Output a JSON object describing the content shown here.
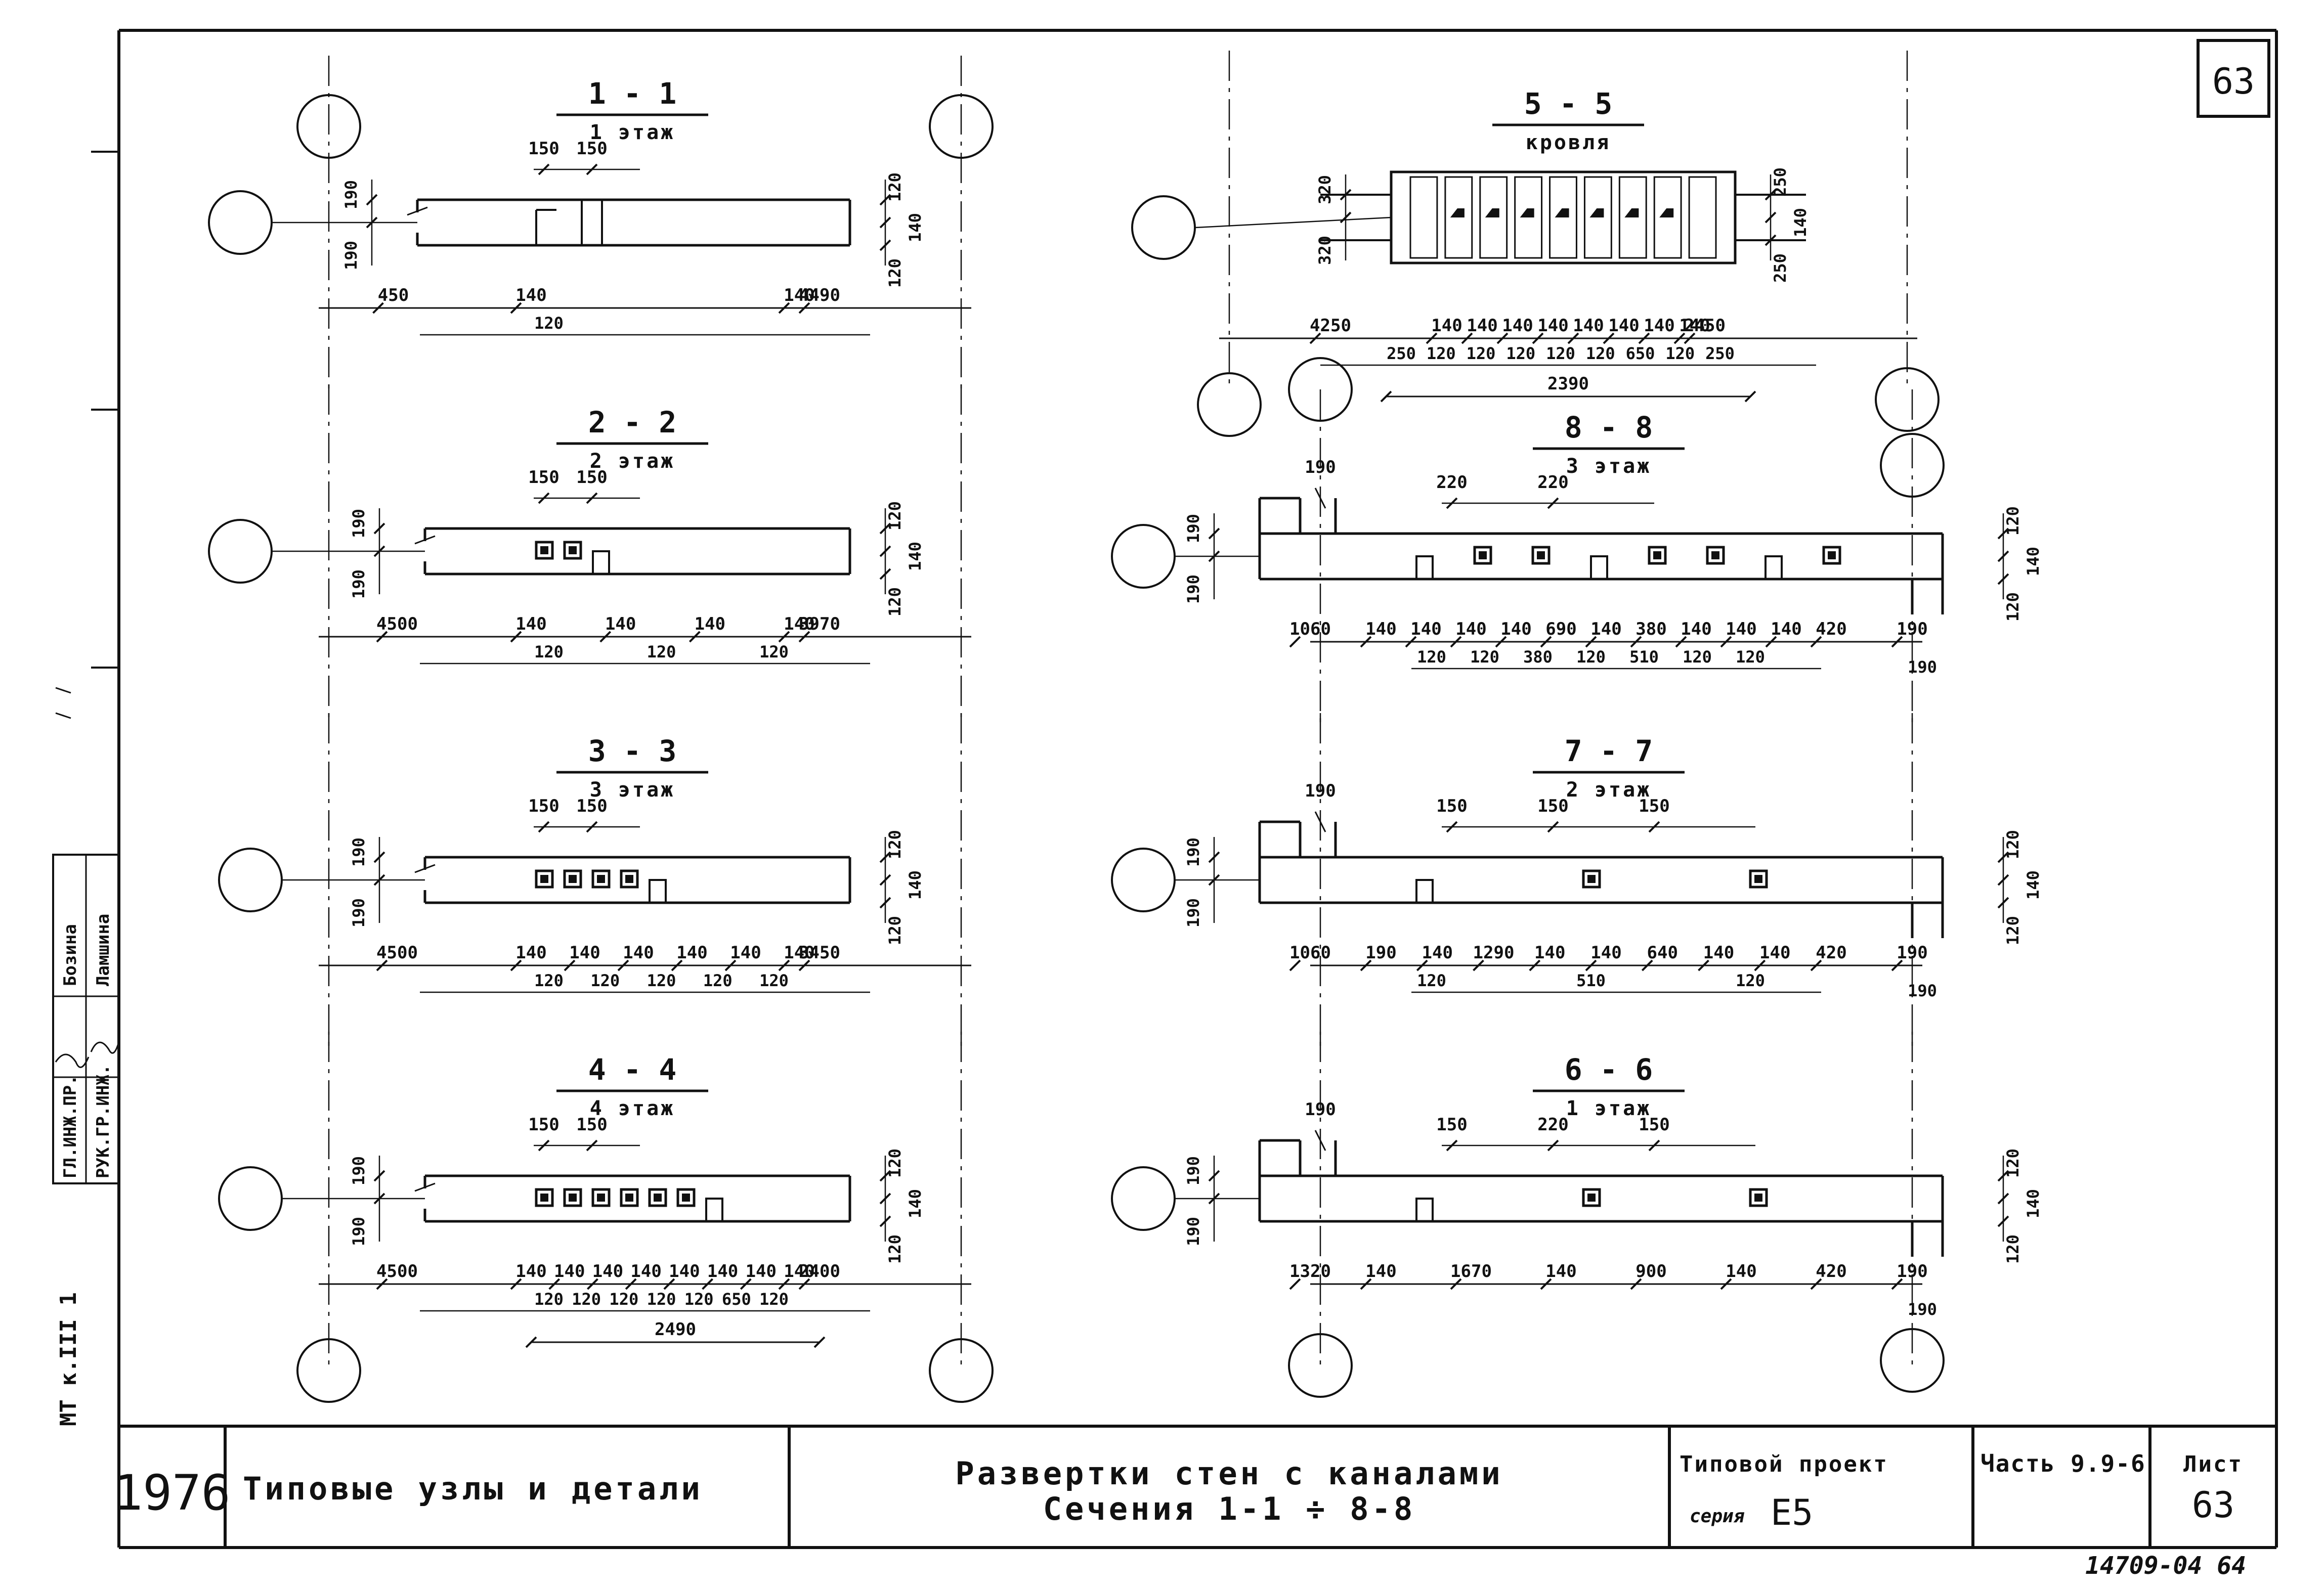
{
  "sheet": {
    "sheet_number": "63",
    "year": "1976",
    "series_name": "Типовые узлы и детали",
    "drawing_title_line1": "Развертки стен с каналами",
    "drawing_title_line2": "Сечения 1-1 ÷ 8-8",
    "project_label": "Типовой проект",
    "series_label": "серия",
    "series_value": "Е5",
    "part_label": "Часть 9.9-6",
    "list_label": "Лист",
    "list_value": "63",
    "archive_number": "14709-04 64",
    "side_marking": "МТ к.III 1",
    "side_roles": [
      "ГЛ.ИНЖ.ПР.",
      "РУК.ГР.ИНЖ."
    ],
    "side_names": [
      "Бозина",
      "Ламшина"
    ]
  },
  "sections": [
    {
      "id": "1-1",
      "title": "1 - 1",
      "subtitle": "1 этаж",
      "top_dims": [
        "150",
        "150"
      ],
      "left_vertical": [
        "190",
        "190"
      ],
      "right_vertical": [
        "120",
        "140",
        "120"
      ],
      "bottom_main": [
        "450",
        "140",
        "140",
        "4490"
      ],
      "bottom_sub": [
        "120"
      ]
    },
    {
      "id": "2-2",
      "title": "2 - 2",
      "subtitle": "2 этаж",
      "top_dims": [
        "150",
        "150"
      ],
      "left_vertical": [
        "190",
        "190"
      ],
      "right_vertical": [
        "120",
        "140",
        "120"
      ],
      "bottom_main": [
        "4500",
        "140",
        "140",
        "140",
        "140",
        "3970"
      ],
      "bottom_sub": [
        "120",
        "120",
        "120"
      ]
    },
    {
      "id": "3-3",
      "title": "3 - 3",
      "subtitle": "3 этаж",
      "top_dims": [
        "150",
        "150"
      ],
      "left_vertical": [
        "190",
        "190"
      ],
      "right_vertical": [
        "120",
        "140",
        "120"
      ],
      "bottom_main": [
        "4500",
        "140",
        "140",
        "140",
        "140",
        "140",
        "140",
        "3450"
      ],
      "bottom_sub": [
        "120",
        "120",
        "120",
        "120",
        "120"
      ]
    },
    {
      "id": "4-4",
      "title": "4 - 4",
      "subtitle": "4 этаж",
      "top_dims": [
        "150",
        "150"
      ],
      "left_vertical": [
        "190",
        "190"
      ],
      "right_vertical": [
        "120",
        "140",
        "120"
      ],
      "bottom_main": [
        "4500",
        "140",
        "140",
        "140",
        "140",
        "140",
        "140",
        "140",
        "140",
        "2400"
      ],
      "bottom_sub": [
        "120",
        "120",
        "120",
        "120",
        "120",
        "650",
        "120"
      ],
      "bottom_total": "2490"
    },
    {
      "id": "5-5",
      "title": "5 - 5",
      "subtitle": "кровля",
      "left_vertical": [
        "320",
        "320"
      ],
      "right_vertical": [
        "250",
        "140",
        "250"
      ],
      "bottom_main": [
        "4250",
        "140",
        "140",
        "140",
        "140",
        "140",
        "140",
        "140",
        "140",
        "2450"
      ],
      "bottom_sub": [
        "250",
        "120",
        "120",
        "120",
        "120",
        "120",
        "650",
        "120",
        "250"
      ],
      "bottom_total": "2390"
    },
    {
      "id": "8-8",
      "title": "8 - 8",
      "subtitle": "3 этаж",
      "top_dims": [
        "220",
        "220"
      ],
      "top_left": "190",
      "left_vertical": [
        "190",
        "190"
      ],
      "right_vertical": [
        "120",
        "140",
        "120"
      ],
      "bottom_main": [
        "1060",
        "140",
        "140",
        "140",
        "140",
        "690",
        "140",
        "380",
        "140",
        "140",
        "140",
        "420",
        "190"
      ],
      "bottom_sub": [
        "120",
        "120",
        "380",
        "120",
        "510",
        "120",
        "120"
      ],
      "bottom_end": "190"
    },
    {
      "id": "7-7",
      "title": "7 - 7",
      "subtitle": "2 этаж",
      "top_dims": [
        "150",
        "150",
        "150"
      ],
      "top_left": "190",
      "left_vertical": [
        "190",
        "190"
      ],
      "right_vertical": [
        "120",
        "140",
        "120"
      ],
      "bottom_main": [
        "1060",
        "190",
        "140",
        "1290",
        "140",
        "140",
        "640",
        "140",
        "140",
        "420",
        "190"
      ],
      "bottom_sub": [
        "120",
        "510",
        "120"
      ],
      "bottom_end": "190"
    },
    {
      "id": "6-6",
      "title": "6 - 6",
      "subtitle": "1 этаж",
      "top_dims": [
        "150",
        "220",
        "150"
      ],
      "top_left": "190",
      "left_vertical": [
        "190",
        "190"
      ],
      "right_vertical": [
        "120",
        "140",
        "120"
      ],
      "bottom_main": [
        "1320",
        "140",
        "1670",
        "140",
        "900",
        "140",
        "420",
        "190"
      ],
      "bottom_end": "190"
    }
  ]
}
